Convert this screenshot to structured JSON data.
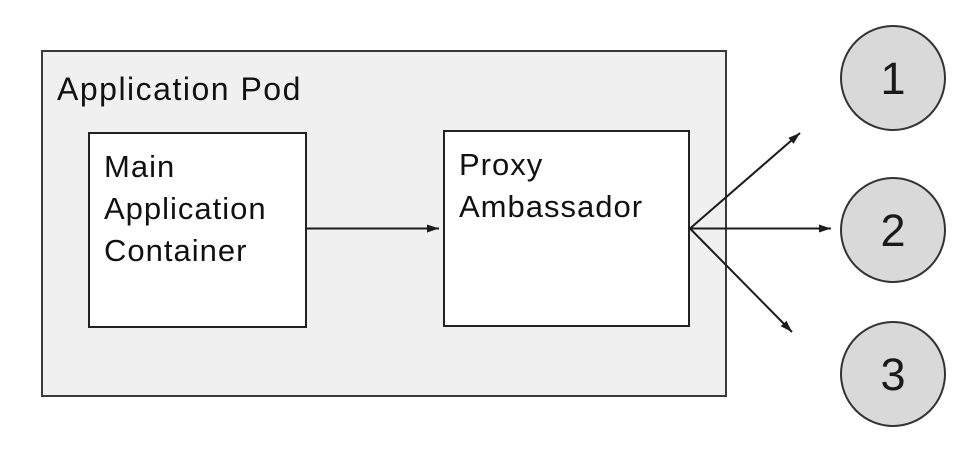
{
  "pod": {
    "label": "Application Pod"
  },
  "nodes": {
    "main": {
      "label": "Main\nApplication\nContainer"
    },
    "proxy": {
      "label": "Proxy\nAmbassador"
    }
  },
  "endpoints": [
    {
      "label": "1"
    },
    {
      "label": "2"
    },
    {
      "label": "3"
    }
  ],
  "connections": [
    {
      "from": "main-application-container",
      "to": "proxy-ambassador"
    },
    {
      "from": "proxy-ambassador",
      "to": "endpoint-1"
    },
    {
      "from": "proxy-ambassador",
      "to": "endpoint-2"
    },
    {
      "from": "proxy-ambassador",
      "to": "endpoint-3"
    }
  ],
  "colors": {
    "pod_fill": "#f0f0f0",
    "node_fill": "#ffffff",
    "endpoint_fill": "#d9d9d9",
    "stroke": "#333333",
    "text": "#111111"
  }
}
